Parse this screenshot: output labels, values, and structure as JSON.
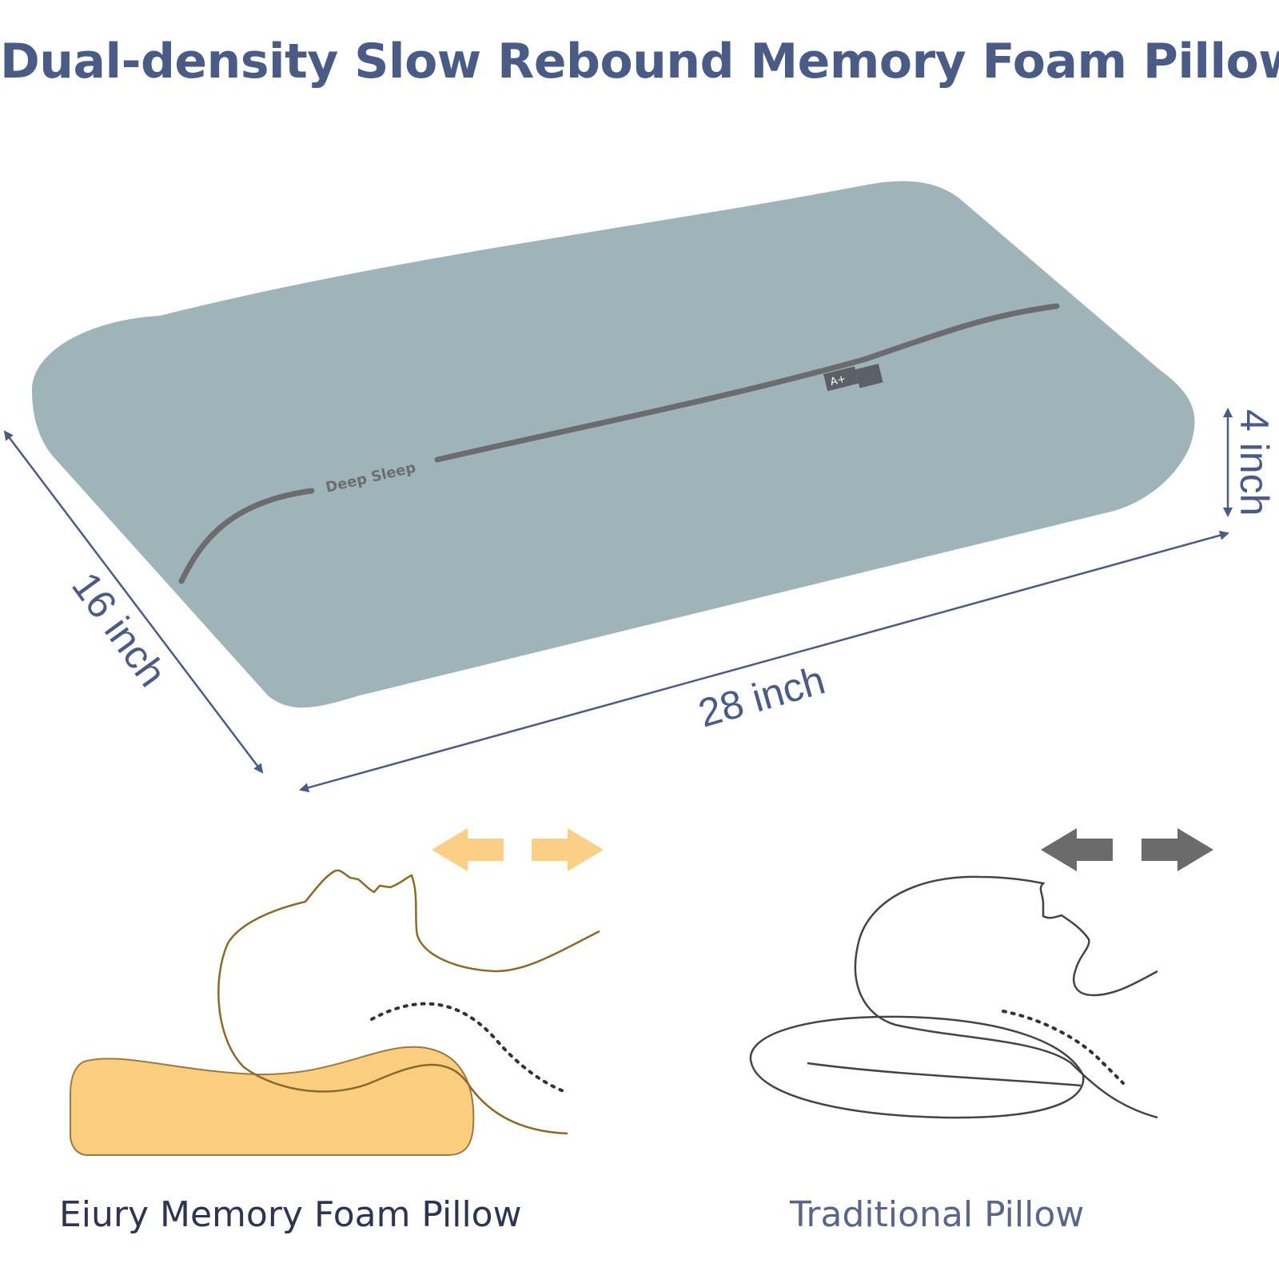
{
  "title": "Dual-density Slow Rebound Memory Foam Pillow",
  "dimensions": {
    "length": "28 inch",
    "width": "16 inch",
    "height": "4 inch"
  },
  "pillow_tag": {
    "text": "Deep Sleep",
    "badge": "A+"
  },
  "comparison": {
    "left_caption": "Eiury Memory Foam Pillow",
    "right_caption": "Traditional Pillow"
  },
  "colors": {
    "title": "#4a5b86",
    "pillow_top": "#9fb4b8",
    "memory_foam": "#fbcd7e",
    "arrow_orange": "#fbcf85",
    "arrow_gray": "#6b6b6b"
  }
}
